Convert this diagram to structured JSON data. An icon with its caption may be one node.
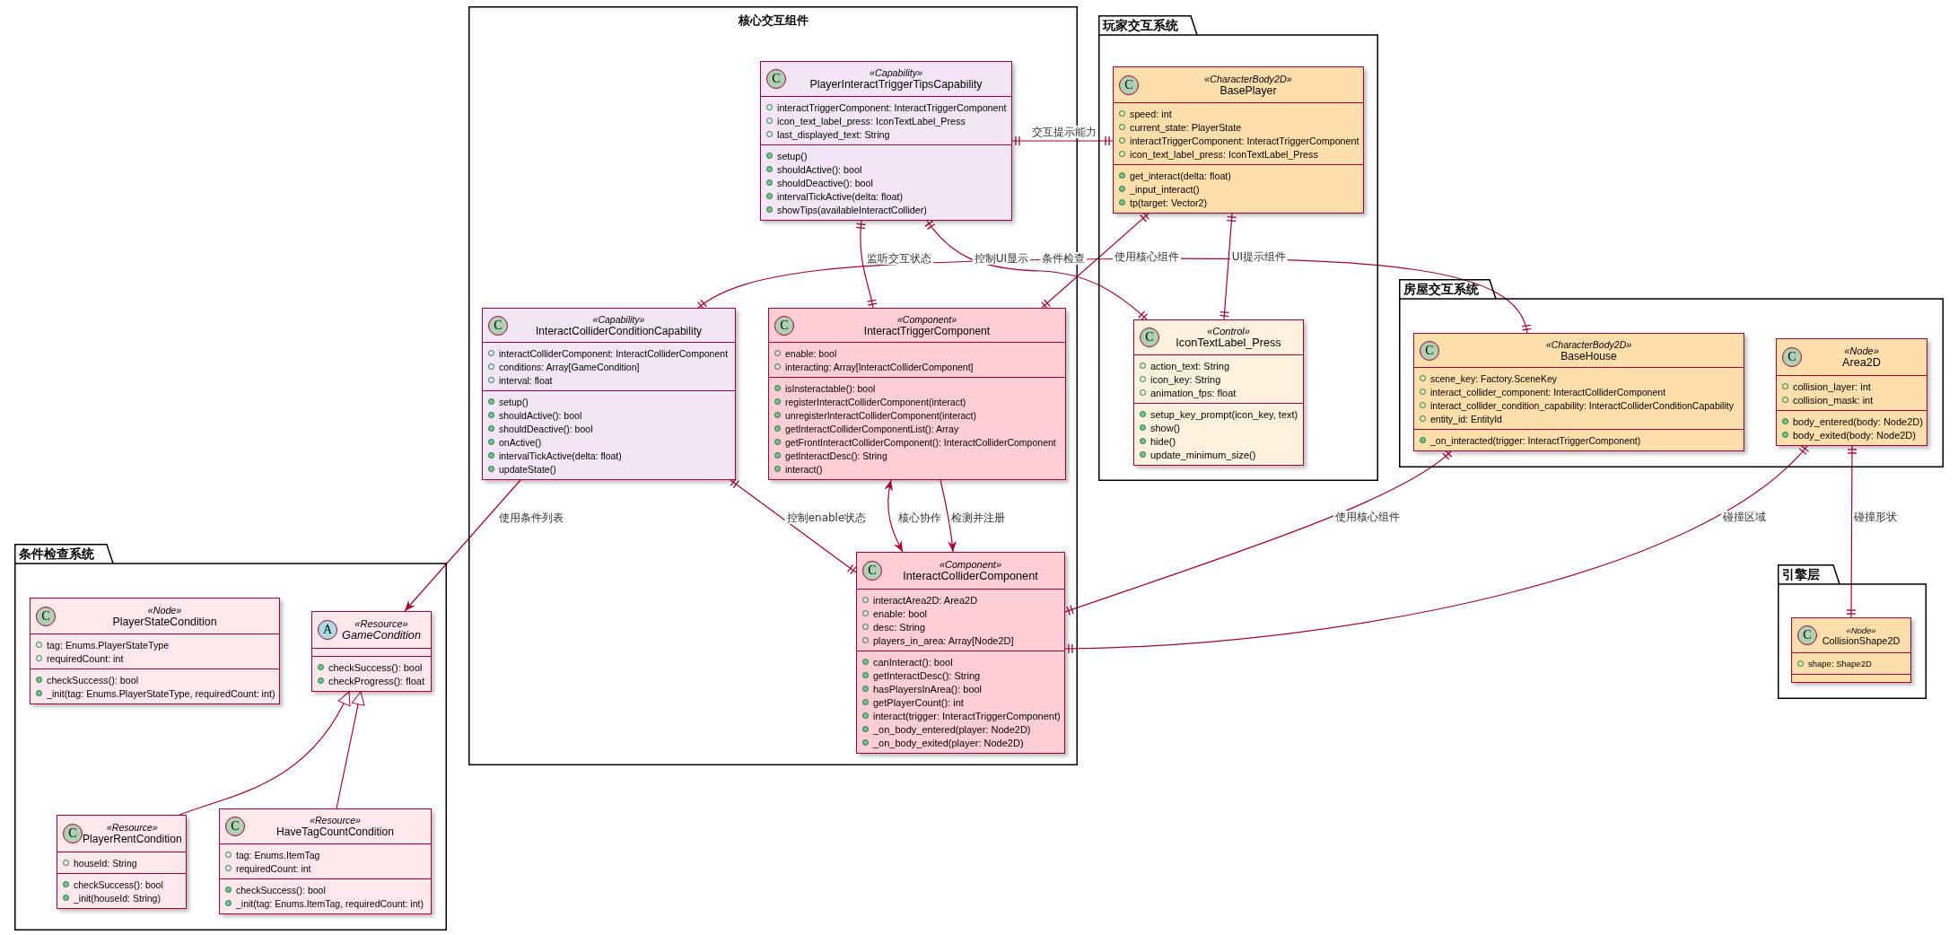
{
  "diagram": {
    "nodes": [
      {
        "text": [
          "核心交互组件"
        ]
      },
      {
        "text": [
          "C",
          "«Capability»",
          "PlayerInteractTriggerTipsCapability",
          "interactTriggerComponent: InteractTriggerComponent",
          "icon_text_label_press: IconTextLabel_Press",
          "last_displayed_text: String",
          "setup()",
          "shouldActive(): bool",
          "shouldDeactive(): bool",
          "intervalTickActive(delta: float)",
          "showTips(availableInteractCollider)"
        ],
        "in": 0
      },
      {
        "text": [
          "C",
          "«Capability»",
          "InteractColliderConditionCapability",
          "interactColliderComponent: InteractColliderComponent",
          "conditions: Array[GameCondition]",
          "interval: float",
          "setup()",
          "shouldActive(): bool",
          "shouldDeactive(): bool",
          "onActive()",
          "intervalTickActive(delta: float)",
          "updateState()"
        ],
        "in": 0
      },
      {
        "text": [
          "C",
          "«Component»",
          "InteractTriggerComponent",
          "enable: bool",
          "interacting: Array[InteractColliderComponent]",
          "isInsteractable(): bool",
          "registerInteractColliderComponent(interact)",
          "unregisterInteractColliderComponent(interact)",
          "getInteractColliderComponentList(): Array",
          "getFrontInteractColliderComponent(): InteractColliderComponent",
          "getInteractDesc(): String",
          "interact()"
        ],
        "in": 0
      },
      {
        "text": [
          "C",
          "«Component»",
          "InteractColliderComponent",
          "interactArea2D: Area2D",
          "enable: bool",
          "desc: String",
          "players_in_area: Array[Node2D]",
          "canInteract(): bool",
          "getInteractDesc(): String",
          "hasPlayersInArea(): bool",
          "getPlayerCount(): int",
          "interact(trigger: InteractTriggerComponent)",
          "_on_body_entered(player: Node2D)",
          "_on_body_exited(player: Node2D)"
        ],
        "in": 0
      },
      {
        "text": [
          "玩家交互系统"
        ]
      },
      {
        "text": [
          "C",
          "«CharacterBody2D»",
          "BasePlayer",
          "speed: int",
          "current_state: PlayerState",
          "interactTriggerComponent: InteractTriggerComponent",
          "icon_text_label_press: IconTextLabel_Press",
          "get_interact(delta: float)",
          "_input_interact()",
          "tp(target: Vector2)"
        ],
        "in": 5
      },
      {
        "text": [
          "C",
          "«Control»",
          "IconTextLabel_Press",
          "action_text: String",
          "icon_key: String",
          "animation_fps: float",
          "setup_key_prompt(icon_key, text)",
          "show()",
          "hide()",
          "update_minimum_size()"
        ],
        "in": 5
      },
      {
        "text": [
          "房屋交互系统"
        ]
      },
      {
        "text": [
          "C",
          "«CharacterBody2D»",
          "BaseHouse",
          "scene_key: Factory.SceneKey",
          "interact_collider_component: InteractColliderComponent",
          "interact_collider_condition_capability: InteractColliderConditionCapability",
          "entity_id: EntityId",
          "_on_interacted(trigger: InteractTriggerComponent)"
        ],
        "in": 8
      },
      {
        "text": [
          "C",
          "«Node»",
          "Area2D",
          "collision_layer: int",
          "collision_mask: int",
          "body_entered(body: Node2D)",
          "body_exited(body: Node2D)"
        ],
        "in": 8
      },
      {
        "text": [
          "条件检查系统"
        ]
      },
      {
        "text": [
          "C",
          "«Node»",
          "PlayerStateCondition",
          "tag: Enums.PlayerStateType",
          "requiredCount: int",
          "checkSuccess(): bool",
          "_init(tag: Enums.PlayerStateType, requiredCount: int)"
        ],
        "in": 11
      },
      {
        "text": [
          "A",
          "«Resource»",
          "GameCondition",
          "checkSuccess(): bool",
          "checkProgress(): float"
        ],
        "in": 11
      },
      {
        "text": [
          "C",
          "«Resource»",
          "PlayerRentCondition",
          "houseId: String",
          "checkSuccess(): bool",
          "_init(houseId: String)"
        ],
        "in": 11
      },
      {
        "text": [
          "C",
          "«Resource»",
          "HaveTagCountCondition",
          "tag: Enums.ItemTag",
          "requiredCount: int",
          "checkSuccess(): bool",
          "_init(tag: Enums.ItemTag, requiredCount: int)"
        ],
        "in": 11
      },
      {
        "text": [
          "引擎层"
        ]
      },
      {
        "text": [
          "C",
          "«Node»",
          "CollisionShape2D",
          "shape: Shape2D"
        ],
        "in": 16
      }
    ],
    "edges": [
      {
        "from": 1,
        "to": 6,
        "arrow": "other",
        "label": "交互提示能力"
      },
      {
        "from": 1,
        "to": 3,
        "arrow": "other",
        "label": "监听交互状态"
      },
      {
        "from": 1,
        "to": 7,
        "arrow": "other",
        "label": "控制UI显示"
      },
      {
        "from": 2,
        "to": 9,
        "arrow": "other",
        "label": "条件检查"
      },
      {
        "from": 6,
        "to": 3,
        "arrow": "other",
        "label": "使用核心组件"
      },
      {
        "from": 6,
        "to": 7,
        "arrow": "other",
        "label": "UI提示组件"
      },
      {
        "from": 2,
        "to": 13,
        "arrow": "to",
        "label": "使用条件列表"
      },
      {
        "from": 2,
        "to": 4,
        "arrow": "other",
        "label": "控制enable状态"
      },
      {
        "from": 3,
        "to": 4,
        "arrow": "both",
        "label": "核心协作"
      },
      {
        "from": 3,
        "to": 4,
        "arrow": "to",
        "label": "检测并注册"
      },
      {
        "from": 9,
        "to": 4,
        "arrow": "other",
        "label": "使用核心组件"
      },
      {
        "from": 10,
        "to": 4,
        "arrow": "other",
        "label": "碰撞区域"
      },
      {
        "from": 10,
        "to": 17,
        "arrow": "other",
        "label": "碰撞形状"
      },
      {
        "from": 14,
        "to": 13,
        "arrow": "to"
      },
      {
        "from": 15,
        "to": 13,
        "arrow": "to"
      }
    ]
  }
}
